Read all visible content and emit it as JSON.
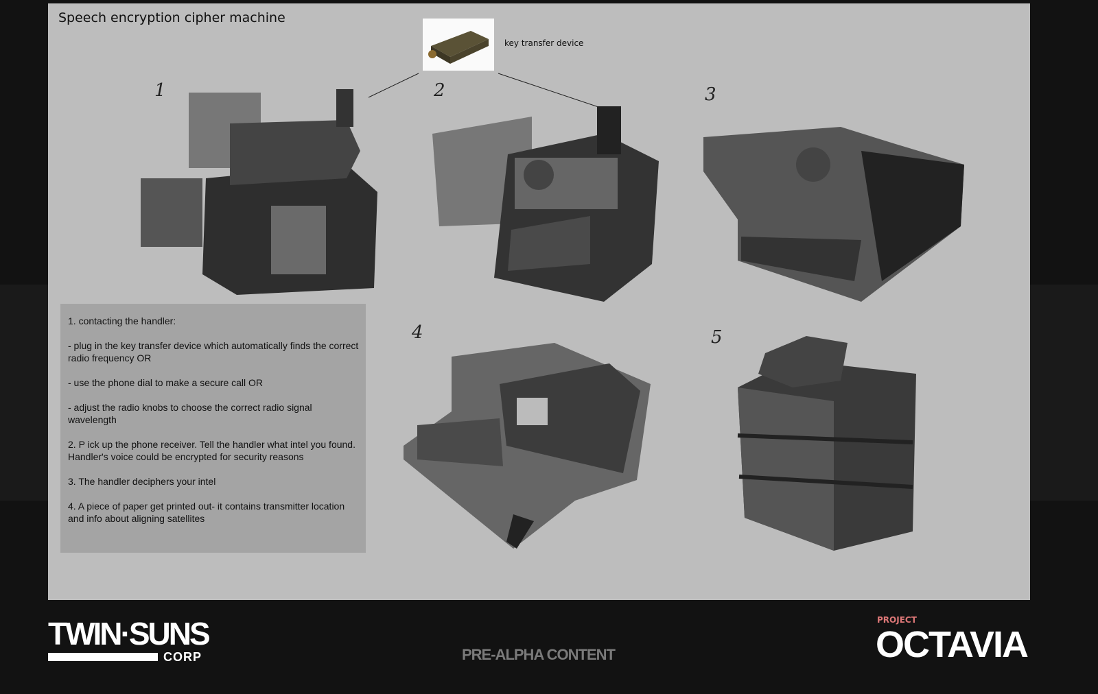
{
  "title": "Speech encryption cipher machine",
  "key_device_label": "key transfer device",
  "machine_numbers": [
    "1",
    "2",
    "3",
    "4",
    "5"
  ],
  "notes": [
    "1. contacting the handler:",
    "- plug in the key transfer device which automatically finds the correct radio frequency OR",
    "- use the phone dial to make a secure call OR",
    "- adjust the radio knobs to choose the correct radio signal wavelength",
    "2. P ick up the phone receiver. Tell the handler what intel you found. Handler's voice could be encrypted for security reasons",
    "3. The handler deciphers your intel",
    "4. A piece of paper get printed out- it contains transmitter location and info about aligning satellites"
  ],
  "footer": {
    "studio_logo": "TWIN·SUNS",
    "studio_sub": "CORP",
    "status": "PRE-ALPHA CONTENT",
    "project_label": "PROJECT",
    "project_name": "OCTAVIA"
  },
  "colors": {
    "board": "#bdbdbd",
    "panel": "#a4a4a4",
    "accent_dot": "#f0d070",
    "project_label": "#d77777"
  }
}
